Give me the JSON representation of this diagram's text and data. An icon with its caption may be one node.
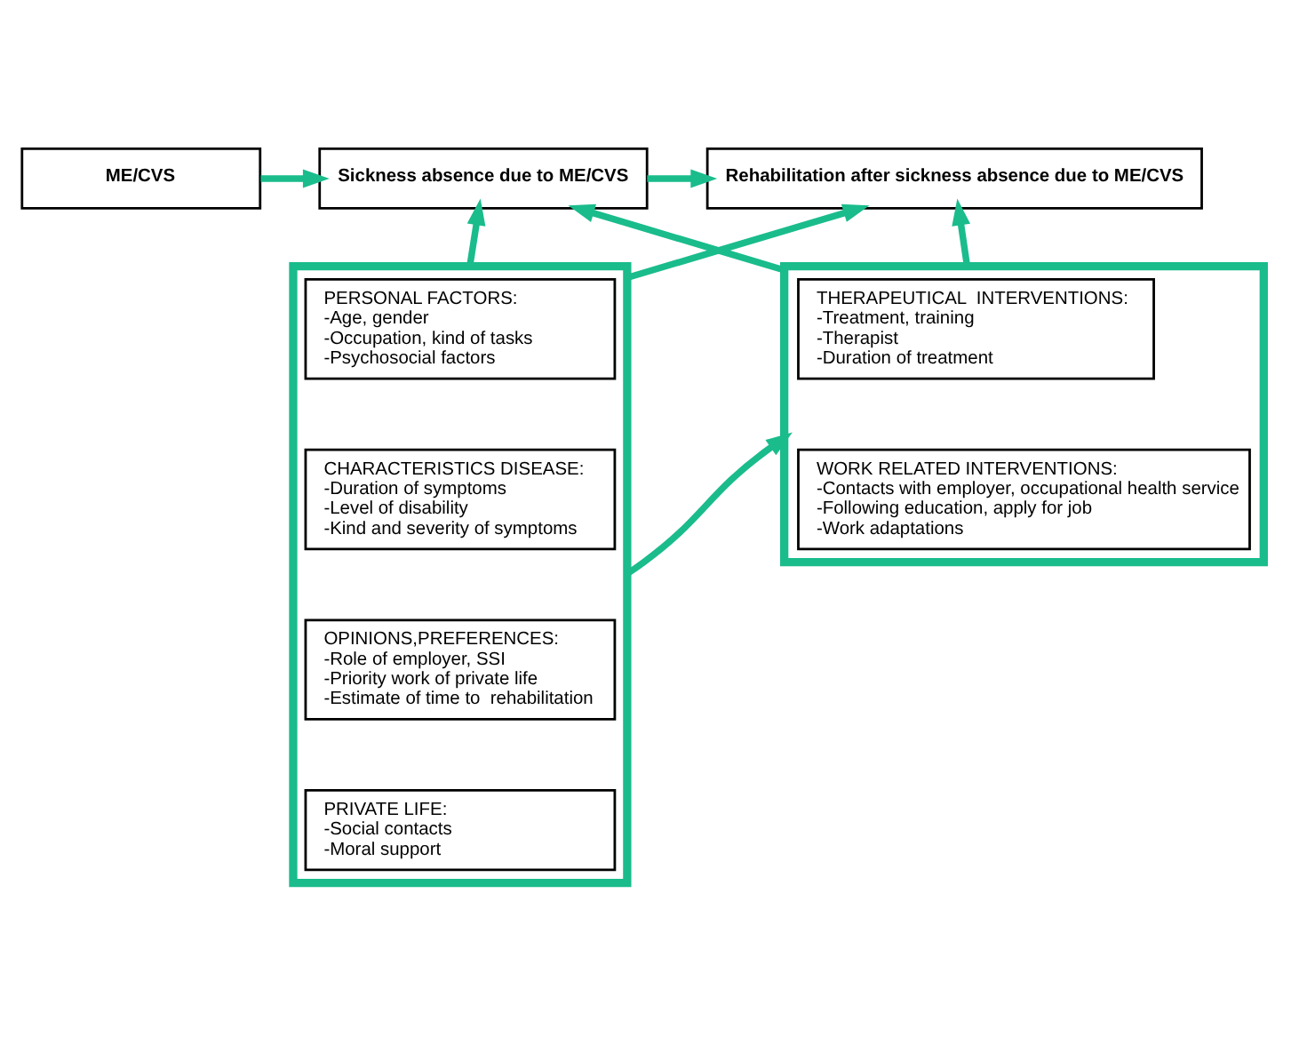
{
  "diagram": {
    "nodes": [
      {
        "text": [
          "ME/CVS"
        ]
      },
      {
        "text": [
          "Sickness absence due to ME/CVS"
        ]
      },
      {
        "text": [
          "Rehabilitation after sickness absence due to ME/CVS"
        ]
      },
      {
        "text": [],
        "shape": "box"
      },
      {
        "text": [
          "PERSONAL FACTORS:",
          "-Age, gender",
          "-Occupation, kind of tasks",
          "-Psychosocial factors"
        ],
        "in": 3
      },
      {
        "text": [
          "CHARACTERISTICS DISEASE:",
          "-Duration of symptoms",
          "-Level of disability",
          "-Kind and severity of symptoms"
        ],
        "in": 3
      },
      {
        "text": [
          "OPINIONS,PREFERENCES:",
          "-Role of employer, SSI",
          "-Priority work of private life",
          "-Estimate of time to  rehabilitation"
        ],
        "in": 3
      },
      {
        "text": [
          "PRIVATE LIFE:",
          "-Social contacts",
          "-Moral support"
        ],
        "in": 3
      },
      {
        "text": [],
        "shape": "box"
      },
      {
        "text": [
          "THERAPEUTICAL  INTERVENTIONS:",
          "-Treatment, training",
          "-Therapist",
          "-Duration of treatment"
        ],
        "in": 8
      },
      {
        "text": [
          "WORK RELATED INTERVENTIONS:",
          "-Contacts with employer, occupational health service",
          "-Following education, apply for job",
          "-Work adaptations"
        ],
        "in": 8
      }
    ],
    "edges": [
      {
        "from": 0,
        "to": 1,
        "arrow": "to"
      },
      {
        "from": 1,
        "to": 2,
        "arrow": "to"
      },
      {
        "from": 3,
        "to": 1,
        "arrow": "to"
      },
      {
        "from": 3,
        "to": 2,
        "arrow": "to"
      },
      {
        "from": 8,
        "to": 1,
        "arrow": "to"
      },
      {
        "from": 8,
        "to": 2,
        "arrow": "to"
      },
      {
        "from": 3,
        "to": 8,
        "arrow": "to"
      }
    ]
  }
}
